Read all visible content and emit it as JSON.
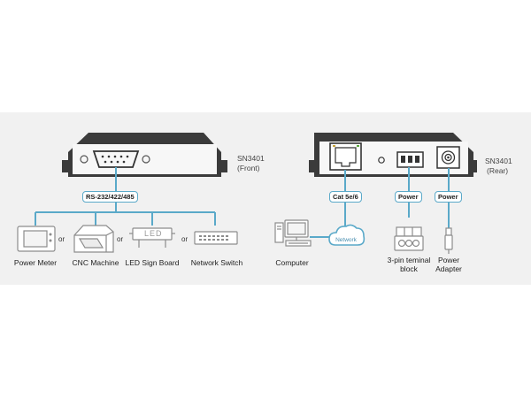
{
  "front": {
    "model": "SN3401",
    "view": "(Front)",
    "port_label": "RS-232/422/485",
    "devices": [
      {
        "name": "Power Meter",
        "icon": "power-meter-icon"
      },
      {
        "name": "CNC Machine",
        "icon": "cnc-machine-icon"
      },
      {
        "name": "LED Sign Board",
        "icon": "led-sign-board-icon",
        "icon_text": "LED"
      },
      {
        "name": "Network Switch",
        "icon": "network-switch-icon"
      }
    ],
    "separator": "or"
  },
  "rear": {
    "model": "SN3401",
    "view": "(Rear)",
    "ports": [
      {
        "label": "Cat 5e/6"
      },
      {
        "label": "Power"
      },
      {
        "label": "Power"
      }
    ],
    "computer_label": "Computer",
    "network_label": "Network",
    "terminal_label_line1": "3-pin teminal",
    "terminal_label_line2": "block",
    "adapter_label_line1": "Power",
    "adapter_label_line2": "Adapter"
  },
  "colors": {
    "cable": "#5aa9c9",
    "device_fill": "#3b3b3b",
    "panel_fill": "#f7f7f7",
    "band": "#f1f1f1",
    "icon_stroke": "#8c8c8c"
  }
}
